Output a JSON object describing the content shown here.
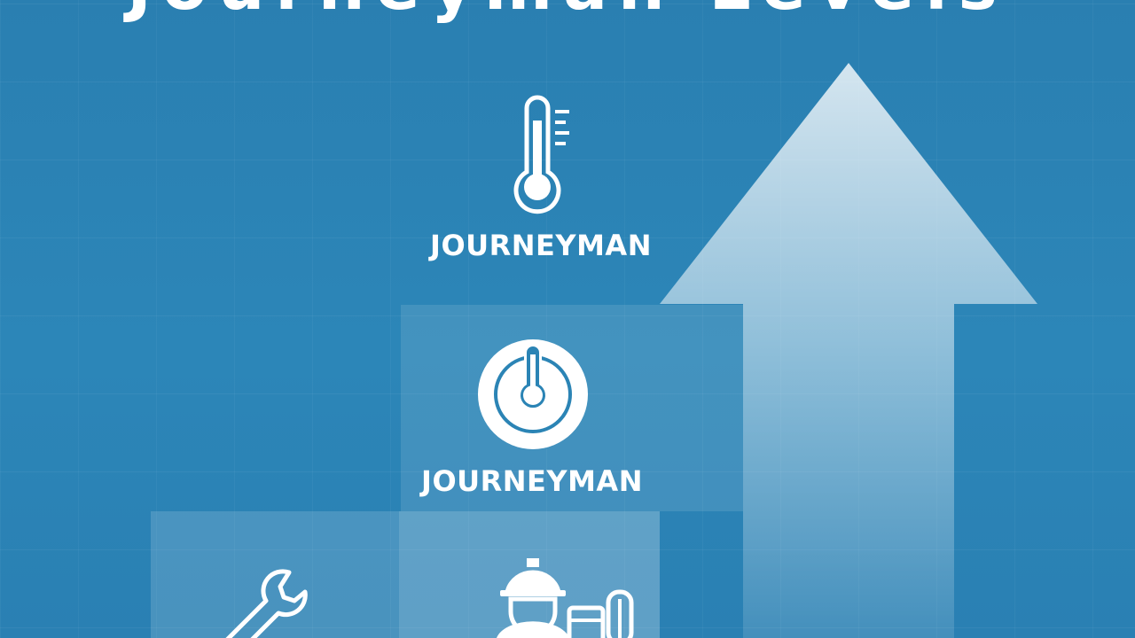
{
  "title_partial": "Journeyman Levels",
  "levels": [
    {
      "label": "JOURNEYMAN",
      "icon": "thermometer-icon"
    },
    {
      "label": "JOURNEYMAN",
      "icon": "power-thermostat-icon"
    }
  ],
  "lower_icons": [
    "wrench-icon",
    "worker-with-blueprints-icon"
  ],
  "colors": {
    "background": "#2b84b5",
    "text": "#ffffff",
    "arrow": "#d6e8f4"
  }
}
